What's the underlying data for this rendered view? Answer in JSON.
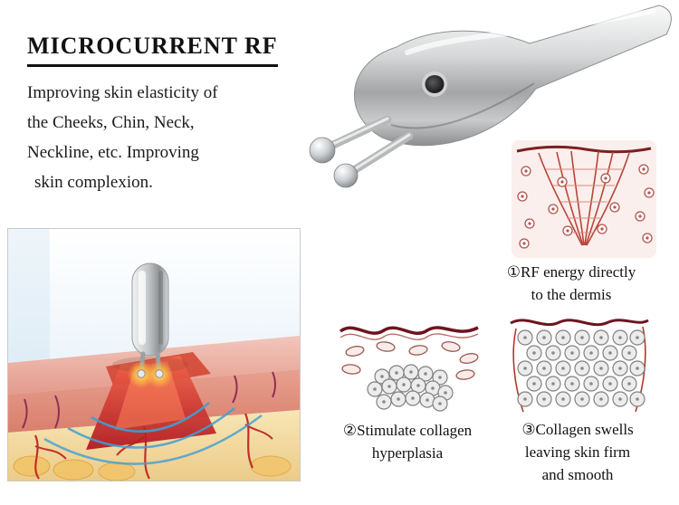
{
  "header": {
    "title": "MICROCURRENT RF",
    "description_lines": [
      "Improving skin elasticity of",
      "the Cheeks, Chin, Neck,",
      "Neckline, etc. Improving",
      "skin complexion."
    ]
  },
  "steps": [
    {
      "lines": [
        "①RF energy directly",
        "to the dermis"
      ]
    },
    {
      "lines": [
        "②Stimulate collagen",
        "hyperplasia"
      ]
    },
    {
      "lines": [
        "③Collagen swells",
        "leaving skin firm",
        "and smooth"
      ]
    }
  ],
  "illustrations": {
    "device_image": "rf-handpiece-image",
    "skin_section_image": "skin-treatment-illustration",
    "step1_image": "rf-energy-dermis-diagram",
    "step2_image": "collagen-stimulation-diagram",
    "step3_image": "collagen-swelling-diagram"
  },
  "colors": {
    "heat_red": "#c0392b",
    "wave_blue": "#3f9fd4",
    "device_silver": "#c4c6c8",
    "title_color": "#111111"
  }
}
